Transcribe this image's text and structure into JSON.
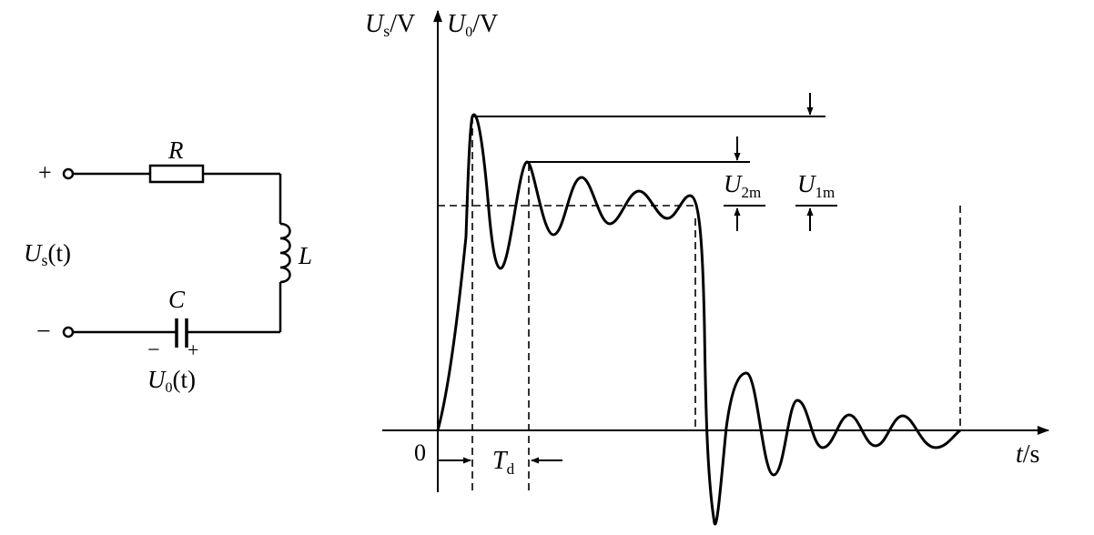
{
  "circuit": {
    "plus": "+",
    "minus": "−",
    "source_main": "U",
    "source_sub": "s",
    "source_arg": "(t)",
    "resistor": "R",
    "inductor": "L",
    "capacitor": "C",
    "cap_minus": "−",
    "cap_plus": "+",
    "output_main": "U",
    "output_sub": "0",
    "output_arg": "(t)"
  },
  "graph": {
    "ylabel_us_main": "U",
    "ylabel_us_sub": "s",
    "ylabel_us_unit": "/V",
    "ylabel_u0_main": "U",
    "ylabel_u0_sub": "0",
    "ylabel_u0_unit": "/V",
    "xlabel_main": "t",
    "xlabel_unit": "/s",
    "origin": "0",
    "td_main": "T",
    "td_sub": "d",
    "u2m_main": "U",
    "u2m_sub": "2m",
    "u1m_main": "U",
    "u1m_sub": "1m"
  }
}
